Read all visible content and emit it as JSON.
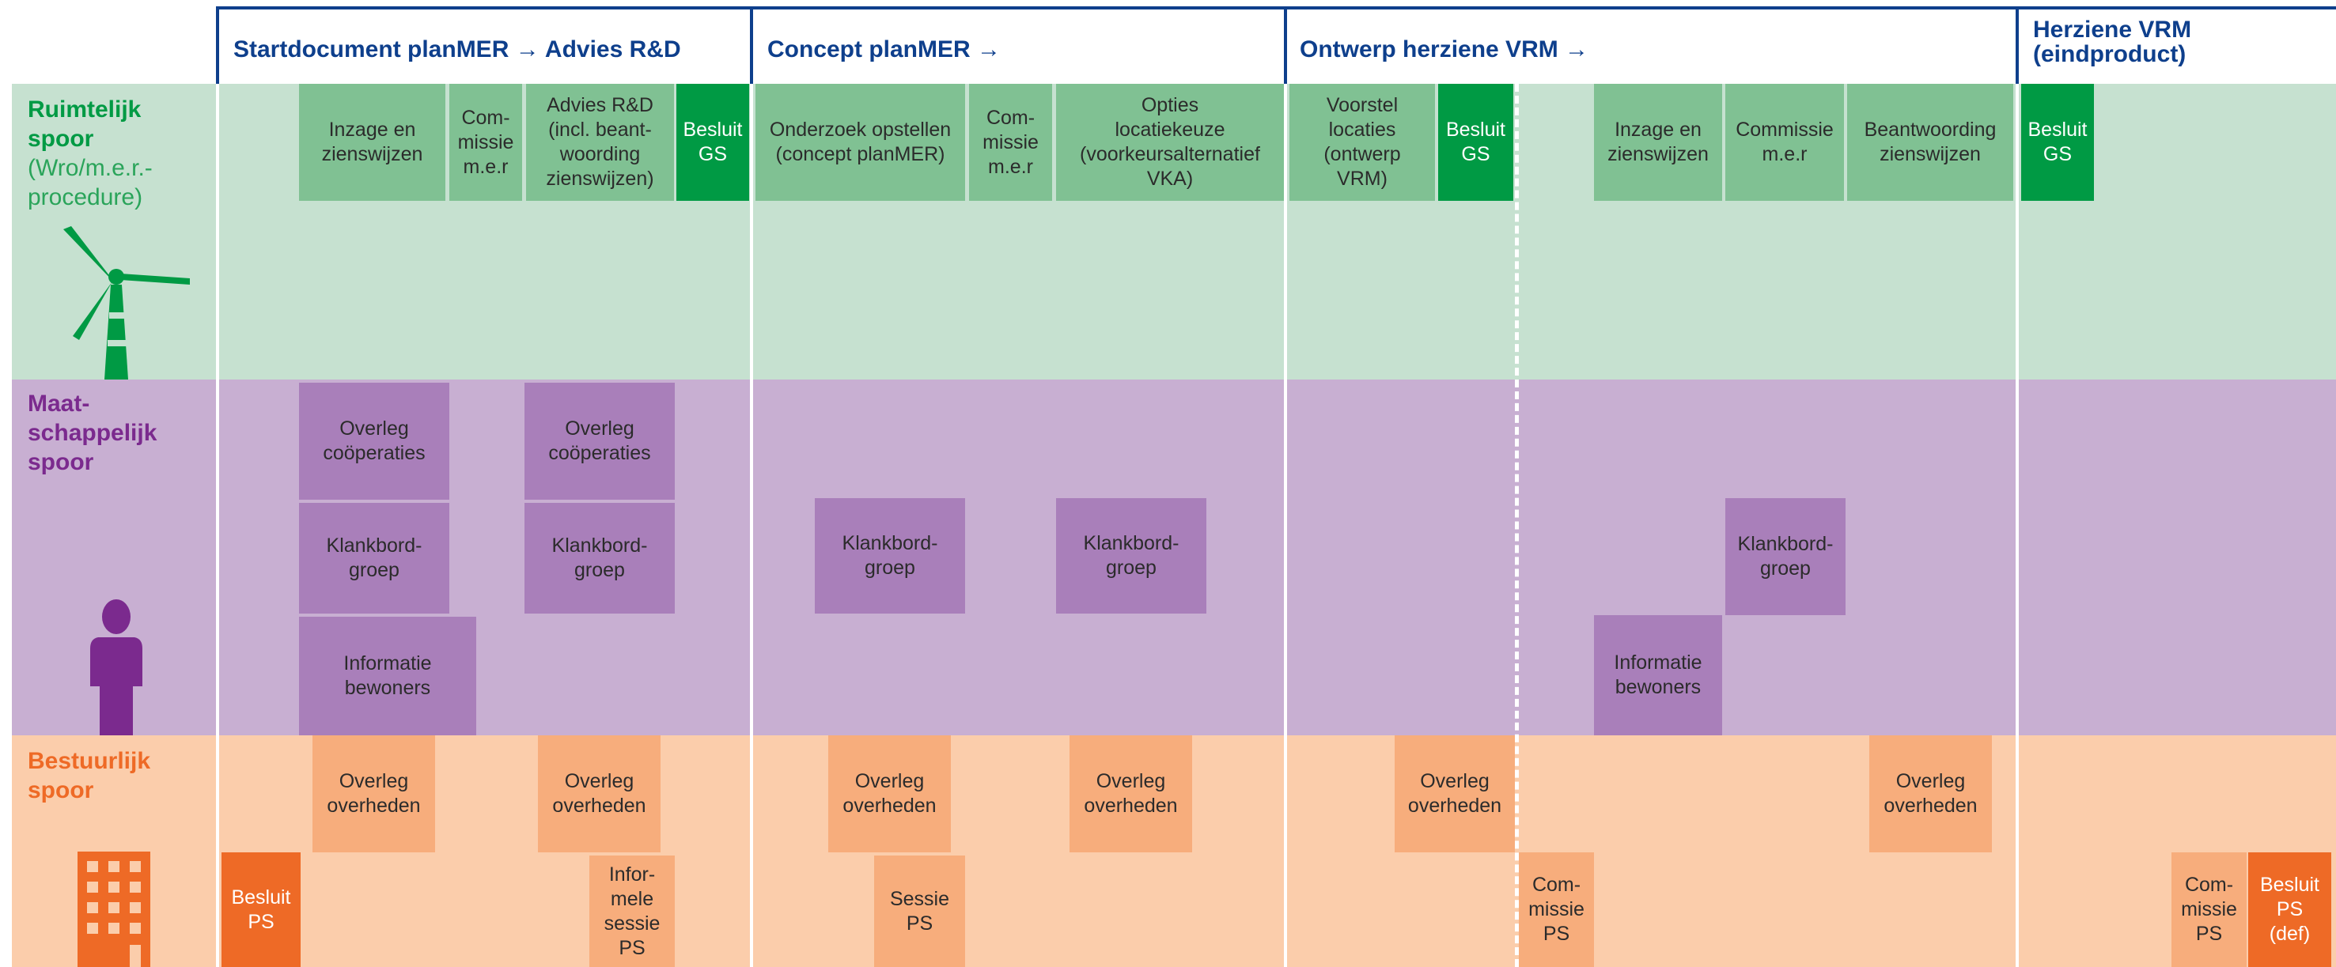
{
  "phases": [
    {
      "label": "Startdocument planMER → Advies R&D"
    },
    {
      "label": "Concept planMER →"
    },
    {
      "label": "Ontwerp herziene VRM →"
    },
    {
      "label": "Herziene VRM\n(eindproduct)"
    }
  ],
  "lanes": {
    "ruimtelijk": {
      "title": "Ruimtelijk\nspoor",
      "subtitle": "(Wro/m.e.r.-\nprocedure)",
      "color": "#009a44",
      "subtitle_color": "#2aa45a",
      "icon": "wind-turbine-icon"
    },
    "maatschappelijk": {
      "title": "Maat-\nschappelijk\nspoor",
      "color": "#7b2a8e",
      "icon": "person-icon"
    },
    "bestuurlijk": {
      "title": "Bestuurlijk\nspoor",
      "color": "#ee6a26",
      "icon": "building-icon"
    }
  },
  "boxes": {
    "ruimtelijk": [
      {
        "label": "Inzage en\nzienswijzen"
      },
      {
        "label": "Com-\nmissie\nm.e.r"
      },
      {
        "label": "Advies R&D\n(incl. beant-\nwoording\nzienswijzen)"
      },
      {
        "label": "Besluit\nGS"
      },
      {
        "label": "Onderzoek opstellen\n(concept planMER)"
      },
      {
        "label": "Com-\nmissie\nm.e.r"
      },
      {
        "label": "Opties\nlocatiekeuze\n(voorkeursalternatief\nVKA)"
      },
      {
        "label": "Voorstel\nlocaties\n(ontwerp\nVRM)"
      },
      {
        "label": "Besluit\nGS"
      },
      {
        "label": "Inzage en\nzienswijzen"
      },
      {
        "label": "Commissie\nm.e.r"
      },
      {
        "label": "Beantwoording\nzienswijzen"
      },
      {
        "label": "Besluit\nGS"
      }
    ],
    "maatschappelijk": [
      {
        "label": "Overleg\ncoöperaties"
      },
      {
        "label": "Overleg\ncoöperaties"
      },
      {
        "label": "Klankbord-\ngroep"
      },
      {
        "label": "Klankbord-\ngroep"
      },
      {
        "label": "Klankbord-\ngroep"
      },
      {
        "label": "Klankbord-\ngroep"
      },
      {
        "label": "Klankbord-\ngroep"
      },
      {
        "label": "Informatie\nbewoners"
      },
      {
        "label": "Informatie\nbewoners"
      }
    ],
    "bestuurlijk": [
      {
        "label": "Overleg\noverheden"
      },
      {
        "label": "Overleg\noverheden"
      },
      {
        "label": "Overleg\noverheden"
      },
      {
        "label": "Overleg\noverheden"
      },
      {
        "label": "Overleg\noverheden"
      },
      {
        "label": "Overleg\noverheden"
      },
      {
        "label": "Besluit\nPS"
      },
      {
        "label": "Infor-\nmele\nsessie\nPS"
      },
      {
        "label": "Sessie\nPS"
      },
      {
        "label": "Com-\nmissie\nPS"
      },
      {
        "label": "Com-\nmissie\nPS"
      },
      {
        "label": "Besluit\nPS\n(def)"
      }
    ]
  },
  "colors": {
    "header_text": "#0e3f8c",
    "green_band": "#c6e1d0",
    "green_box": "#80c193",
    "green_dark": "#009a44",
    "purple_band": "#c8afd2",
    "purple_box": "#a97fba",
    "orange_band": "#fbcdab",
    "orange_box": "#f7ad7c",
    "orange_dark": "#ee6a26"
  }
}
